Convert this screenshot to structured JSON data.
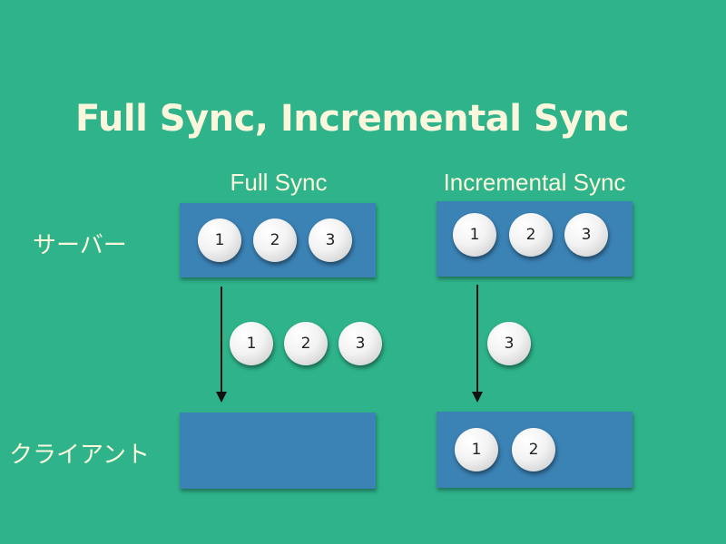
{
  "title": "Full Sync, Incremental Sync",
  "columns": {
    "full": "Full Sync",
    "incremental": "Incremental Sync"
  },
  "rows": {
    "server": "サーバー",
    "client": "クライアント"
  },
  "full_sync": {
    "server_items": [
      "1",
      "2",
      "3"
    ],
    "transfer_items": [
      "1",
      "2",
      "3"
    ],
    "client_items": []
  },
  "incremental_sync": {
    "server_items": [
      "1",
      "2",
      "3"
    ],
    "transfer_items": [
      "3"
    ],
    "client_items": [
      "1",
      "2"
    ]
  },
  "colors": {
    "background": "#2eb38a",
    "box": "#3b82b5",
    "text": "#fbf7dc"
  }
}
